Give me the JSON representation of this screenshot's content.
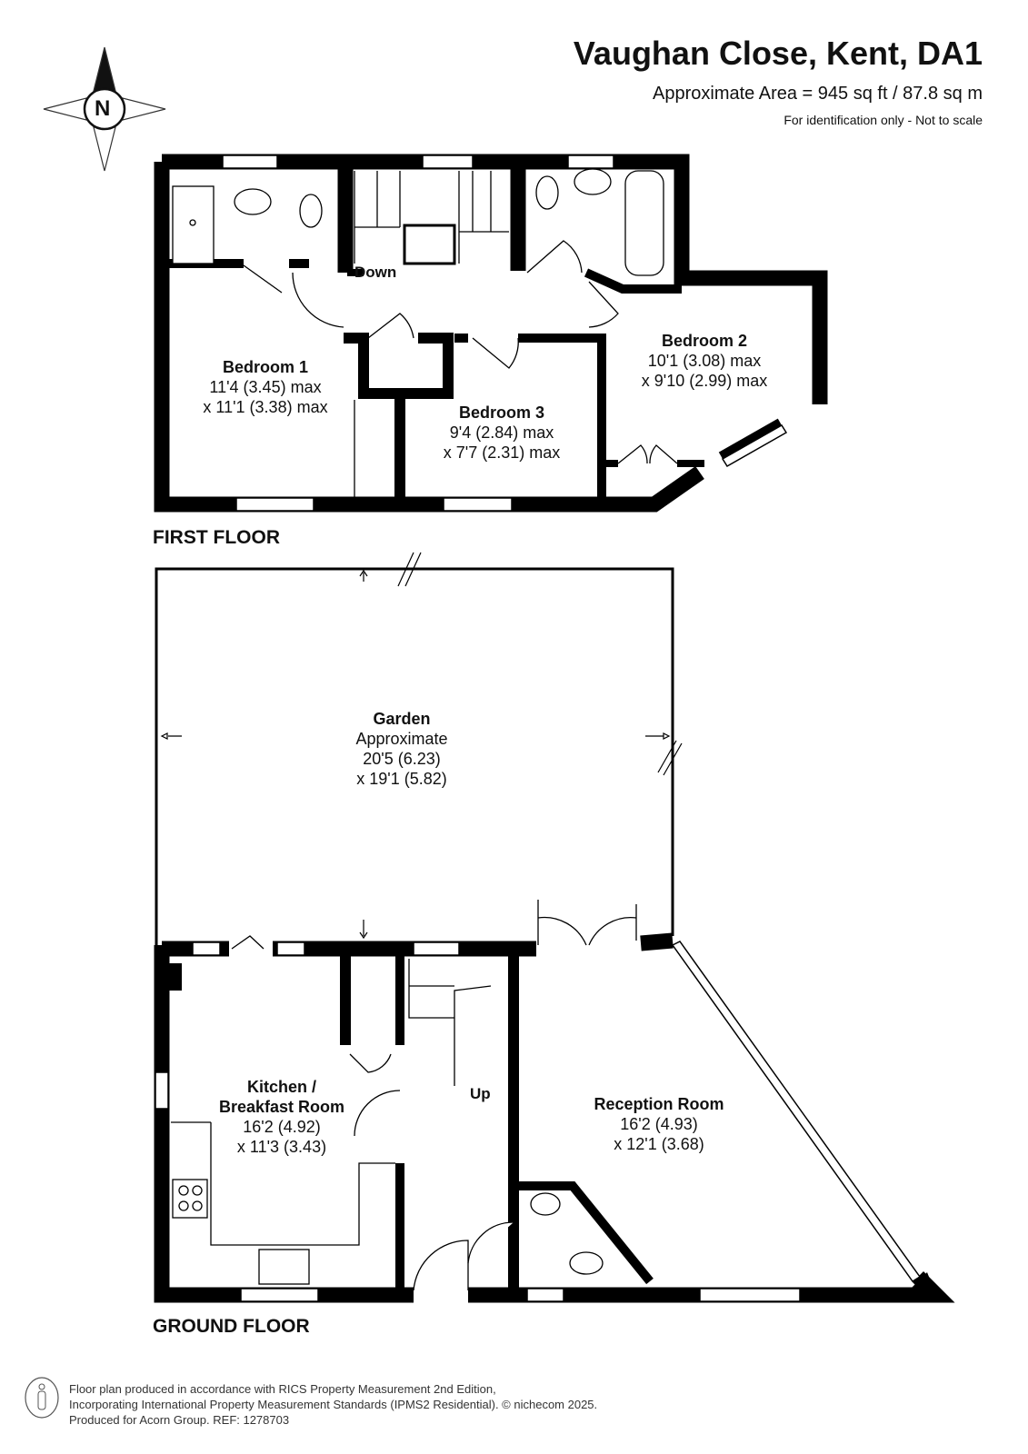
{
  "header": {
    "title": "Vaughan Close, Kent, DA1",
    "area": "Approximate Area = 945 sq ft / 87.8 sq m",
    "note": "For identification only - Not to scale"
  },
  "compass": {
    "label": "N"
  },
  "first_floor": {
    "label": "FIRST FLOOR",
    "stairs_label": "Down",
    "rooms": [
      {
        "name": "Bedroom 1",
        "dim1": "11'4 (3.45) max",
        "dim2": "x 11'1 (3.38) max"
      },
      {
        "name": "Bedroom 2",
        "dim1": "10'1 (3.08) max",
        "dim2": "x 9'10 (2.99) max"
      },
      {
        "name": "Bedroom 3",
        "dim1": "9'4 (2.84) max",
        "dim2": "x 7'7 (2.31) max"
      }
    ]
  },
  "ground_floor": {
    "label": "GROUND FLOOR",
    "stairs_label": "Up",
    "rooms": [
      {
        "name": "Garden",
        "dim0": "Approximate",
        "dim1": "20'5 (6.23)",
        "dim2": "x 19'1 (5.82)"
      },
      {
        "name": "Kitchen /",
        "name2": "Breakfast Room",
        "dim1": "16'2 (4.92)",
        "dim2": "x 11'3 (3.43)"
      },
      {
        "name": "Reception Room",
        "dim1": "16'2 (4.93)",
        "dim2": "x 12'1 (3.68)"
      }
    ]
  },
  "footer": {
    "line1": "Floor plan produced in accordance with RICS Property Measurement 2nd Edition,",
    "line2": "Incorporating International Property Measurement Standards (IPMS2 Residential).   © nichecom 2025.",
    "line3": "Produced for Acorn Group.   REF: 1278703"
  }
}
